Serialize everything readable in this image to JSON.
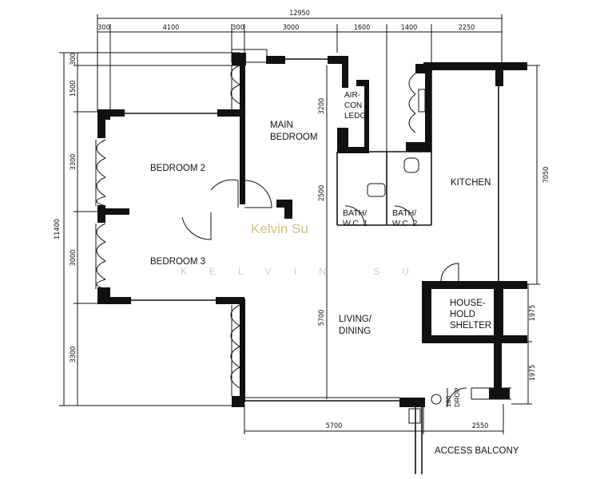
{
  "dimensions": {
    "overall_width": "12950",
    "top": [
      "300",
      "4100",
      "300",
      "3000",
      "1600",
      "1400",
      "2250"
    ],
    "overall_height": "11400",
    "left": [
      "300",
      "1500",
      "3300",
      "3000",
      "3300"
    ],
    "inner": {
      "main_bedroom_h": "3200",
      "passage_h": "2500",
      "living_h": "5700",
      "kitchen_h": "7050",
      "shelter_h_1": "1975",
      "shelter_h_2": "1975",
      "bottom_living_w": "5700",
      "bottom_corridor_w": "2550"
    }
  },
  "rooms": {
    "main_bedroom": [
      "MAIN",
      "BEDROOM"
    ],
    "bedroom_2": "BEDROOM 2",
    "bedroom_3": "BEDROOM 3",
    "aircon_ledge": [
      "AIR-",
      "CON",
      "LEDG"
    ],
    "bath_1": [
      "BATH/",
      "W.C. 1"
    ],
    "bath_2": [
      "BATH/",
      "W.C. 2"
    ],
    "kitchen": "KITCHEN",
    "shelter": [
      "HOUSE-",
      "HOLD",
      "SHELTER"
    ],
    "living": [
      "LIVING/",
      "DINING"
    ],
    "refuse": [
      "100",
      "DROP"
    ],
    "access_balcony": "ACCESS BALCONY"
  },
  "watermarks": {
    "primary": "Kelvin Su",
    "secondary": "KELVIN SU"
  }
}
